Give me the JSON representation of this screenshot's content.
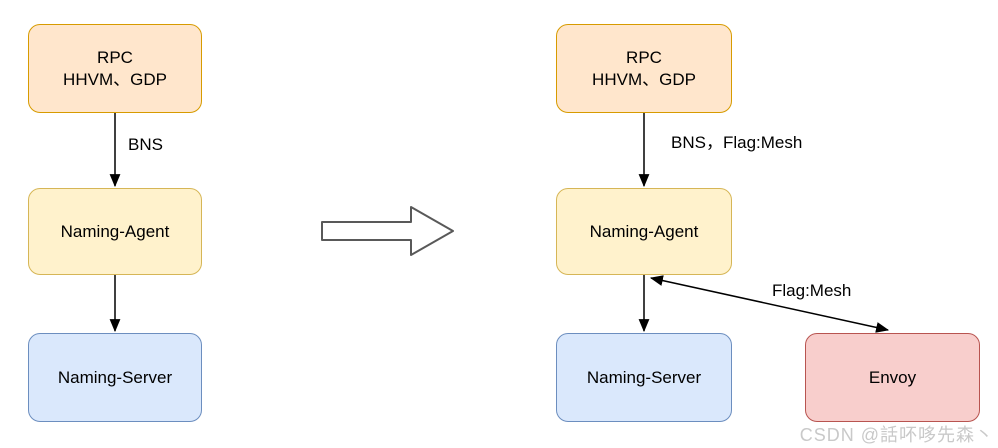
{
  "colors": {
    "rpc_fill": "#FFE6CC",
    "rpc_stroke": "#D79B00",
    "agent_fill": "#FFF2CC",
    "agent_stroke": "#D6B656",
    "server_fill": "#DAE8FC",
    "server_stroke": "#6C8EBF",
    "envoy_fill": "#F8CECC",
    "envoy_stroke": "#B85450",
    "arrow": "#000000",
    "transform_arrow_stroke": "#595959",
    "text": "#000000",
    "watermark": "#C9C9C9"
  },
  "left_flow": {
    "rpc_box": {
      "line1": "RPC",
      "line2": "HHVM、GDP"
    },
    "edge_rpc_to_agent_label": "BNS",
    "agent_box": "Naming-Agent",
    "server_box": "Naming-Server"
  },
  "right_flow": {
    "rpc_box": {
      "line1": "RPC",
      "line2": "HHVM、GDP"
    },
    "edge_rpc_to_agent_label": "BNS，Flag:Mesh",
    "agent_box": "Naming-Agent",
    "server_box": "Naming-Server",
    "envoy_box": "Envoy",
    "edge_agent_to_envoy_label": "Flag:Mesh"
  },
  "watermark": "CSDN @話吥哆先森丶"
}
